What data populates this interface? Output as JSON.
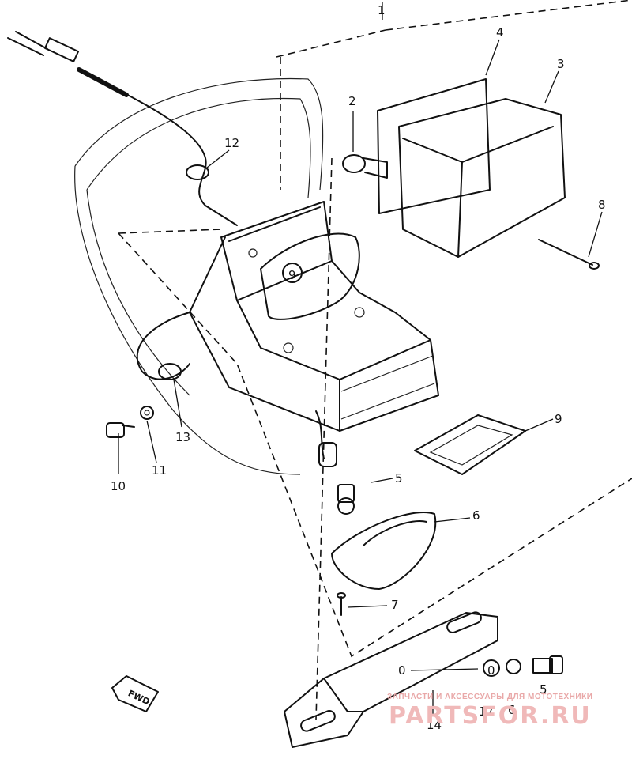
{
  "callouts": {
    "c1": "1",
    "c2": "2",
    "c3": "3",
    "c4": "4",
    "c5a": "5",
    "c5b": "5",
    "c6a": "6",
    "c6b": "6",
    "c7": "7",
    "c8": "8",
    "c9a": "9",
    "c9b": "9",
    "c10": "10",
    "c11": "11",
    "c12": "12",
    "c13": "13",
    "c14": "14",
    "c17": "17",
    "c0a": "0",
    "c0b": "0"
  },
  "direction_marker": "FWD",
  "watermark": {
    "tagline": "ЗАПЧАСТИ И АКСЕССУАРЫ ДЛЯ МОТОТЕХНИКИ",
    "brand": "PARTSFOR.RU"
  }
}
